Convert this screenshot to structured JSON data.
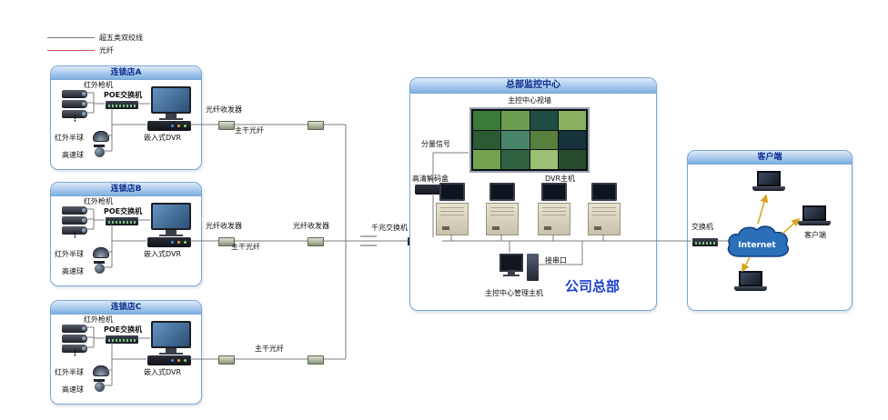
{
  "legend": {
    "items": [
      {
        "label": "超五类双绞线",
        "color": "#777777"
      },
      {
        "label": "光纤",
        "color": "#cc5555"
      }
    ]
  },
  "stores": [
    {
      "title": "连锁店A"
    },
    {
      "title": "连锁店B"
    },
    {
      "title": "连锁店C"
    }
  ],
  "store_labels": {
    "bullet_camera": "红外枪机",
    "poe_switch": "POE交换机",
    "dome_camera": "红外半球",
    "speed_dome": "高速球",
    "embedded_dvr": "嵌入式DVR",
    "ellipsis": "⋮"
  },
  "links": {
    "fiber_transceiver": "光纤收发器",
    "backbone_fiber": "主干光纤"
  },
  "hq": {
    "title": "总部监控中心",
    "video_wall": "主控中心视墙",
    "component_signal": "分量信号",
    "hd_decoder": "高清解码盒",
    "dvr_host": "DVR主机",
    "gigabit_switch": "千兆交换机",
    "serial_port": "接串口",
    "management_host": "主控中心管理主机",
    "company_hq": "公司总部"
  },
  "client": {
    "title": "客户端",
    "switch": "交换机",
    "internet": "Internet",
    "client_label": "客户端"
  },
  "colors": {
    "cat5_line": "#777777",
    "fiber_line": "#cc5555",
    "box_border": "#7aa6d6",
    "header_text": "#0b2e8e",
    "company_text": "#1a3fd0",
    "arrow": "#d9a41b"
  }
}
